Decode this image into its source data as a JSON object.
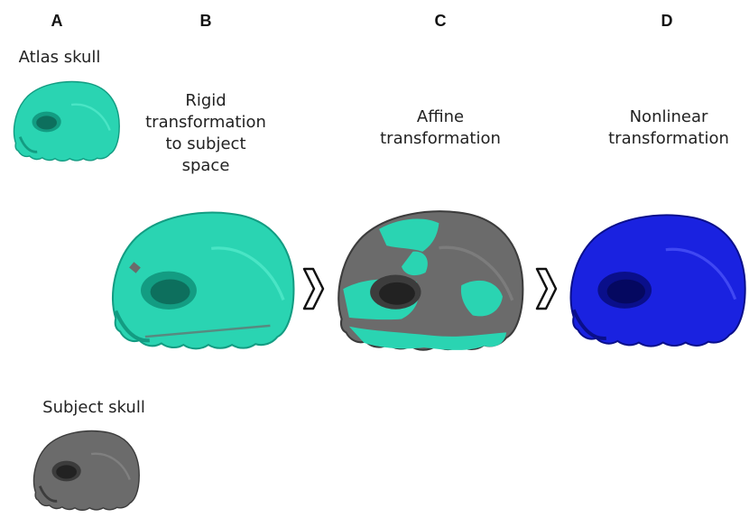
{
  "panels": {
    "a": {
      "letter": "A",
      "top_caption": "Atlas skull",
      "bottom_caption": "Subject skull"
    },
    "b": {
      "letter": "B",
      "caption": "Rigid\ntransformation\nto subject\nspace"
    },
    "c": {
      "letter": "C",
      "caption": "Affine\ntransformation"
    },
    "d": {
      "letter": "D",
      "caption": "Nonlinear\ntransformation"
    }
  },
  "colors": {
    "atlas": "#2ad4b2",
    "atlas_dark": "#139c82",
    "subject": "#6b6b6b",
    "subject_dark": "#3c3c3c",
    "nonlinear": "#1a22e0",
    "nonlinear_dark": "#0a0f8a"
  },
  "icons": {
    "step_arrow": "chevron-right-icon"
  }
}
